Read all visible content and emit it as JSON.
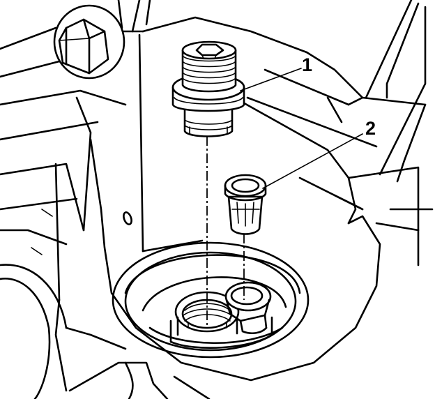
{
  "diagram": {
    "background": "#ffffff",
    "line_color": "#000000",
    "callouts": [
      {
        "number": "1",
        "part": "plug"
      },
      {
        "number": "2",
        "part": "sleeve"
      }
    ]
  }
}
